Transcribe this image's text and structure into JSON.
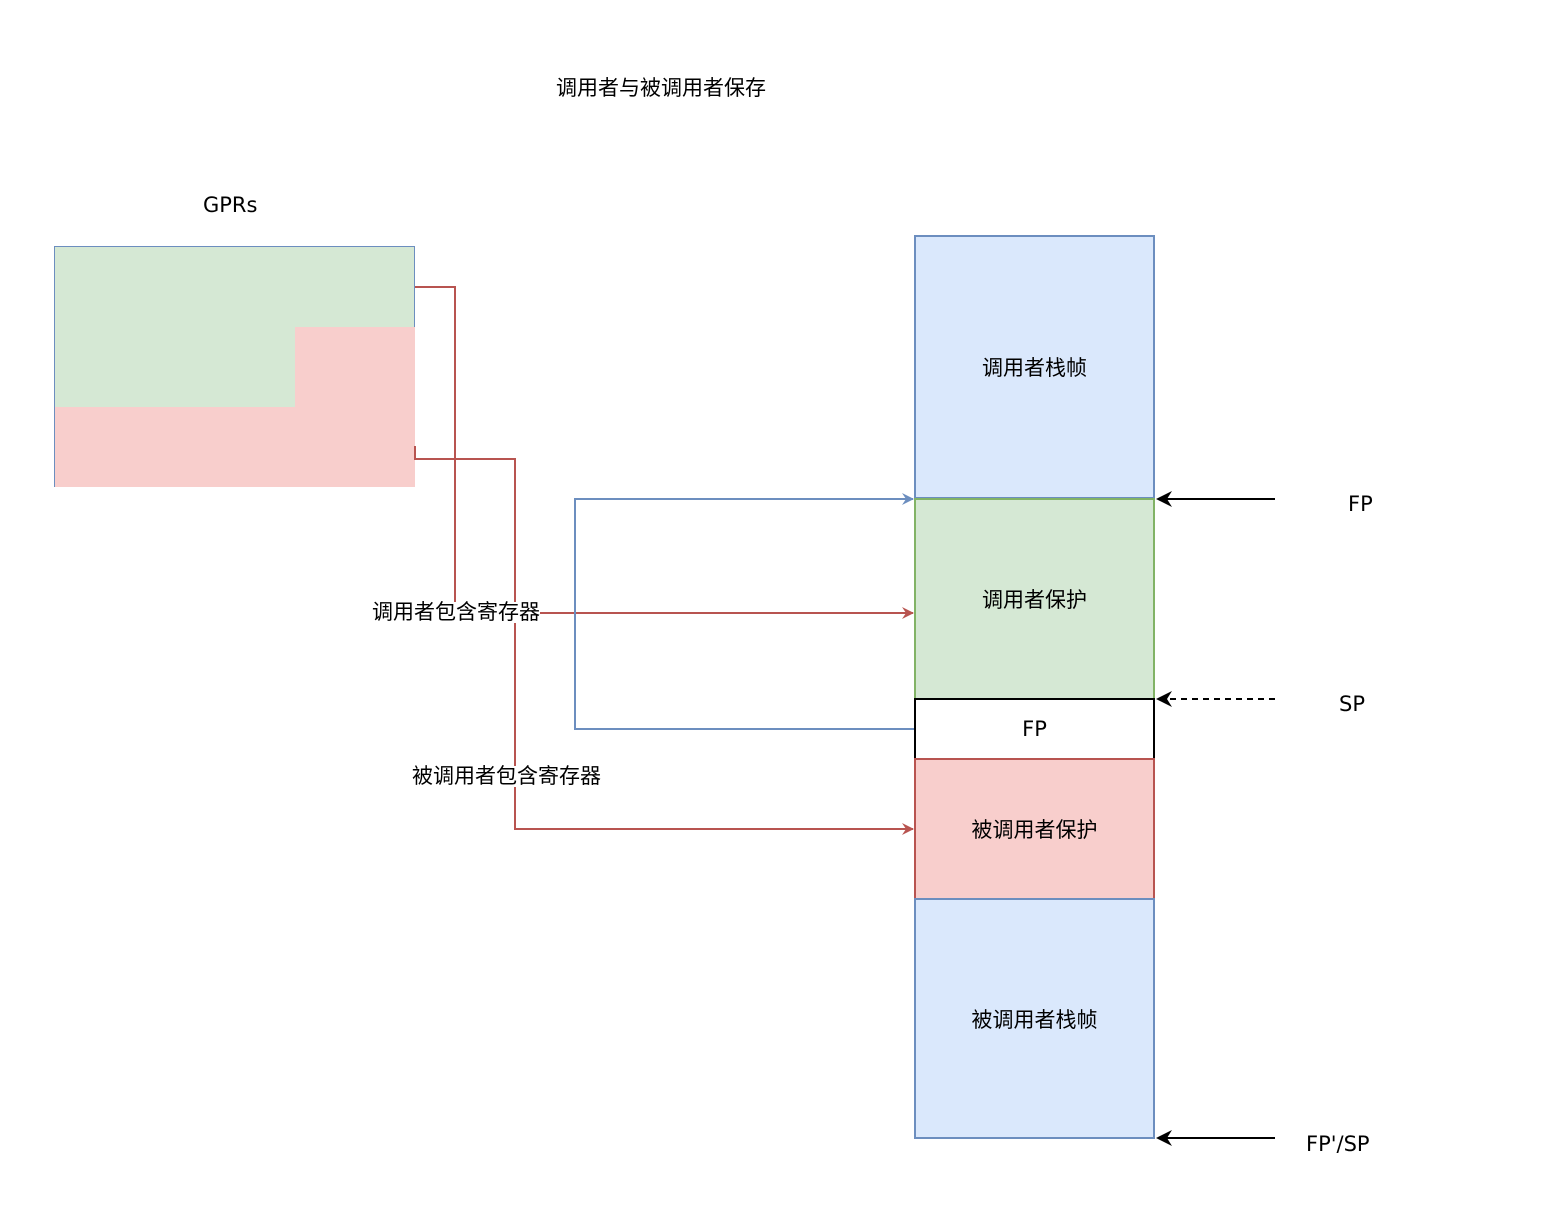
{
  "title": "调用者与被调用者保存",
  "gprs": {
    "label": "GPRs"
  },
  "stack": {
    "caller_frame": "调用者栈帧",
    "caller_saved": "调用者保护",
    "fp_slot": "FP",
    "callee_saved": "被调用者保护",
    "callee_frame": "被调用者栈帧"
  },
  "pointers": {
    "fp": "FP",
    "sp": "SP",
    "fp_sp": "FP'/SP"
  },
  "edges": {
    "caller_regs": "调用者包含寄存器",
    "callee_regs": "被调用者包含寄存器"
  },
  "colors": {
    "blue_fill": "#dae8fc",
    "blue_stroke": "#6c8ebf",
    "green_fill": "#d5e8d4",
    "green_stroke": "#82b366",
    "red_fill": "#f8cecc",
    "red_stroke": "#b85450"
  }
}
